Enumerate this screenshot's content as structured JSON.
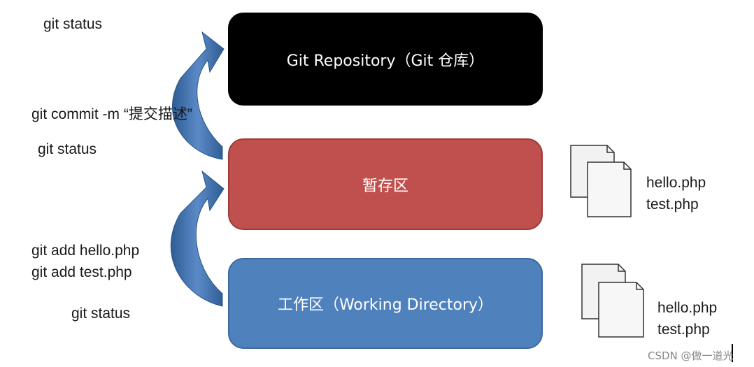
{
  "left_labels": {
    "repo_status": "git status",
    "commit": "git commit -m “提交描述”",
    "staging_status": "git status",
    "add_hello": "git add hello.php",
    "add_test": "git add test.php",
    "work_status": "git status"
  },
  "boxes": {
    "repository": {
      "label": "Git Repository（Git 仓库）",
      "color": "#000000"
    },
    "staging": {
      "label": "暂存区",
      "color": "#c0504d"
    },
    "working": {
      "label": "工作区（Working Directory）",
      "color": "#4f81bd"
    }
  },
  "staging_files": [
    "hello.php",
    "test.php"
  ],
  "working_files": [
    "hello.php",
    "test.php"
  ],
  "watermark": "CSDN @做一道光"
}
